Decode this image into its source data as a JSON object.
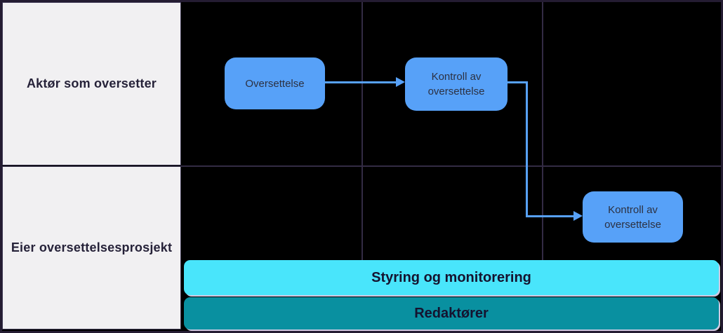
{
  "diagram_type": "swimlane-flowchart",
  "lanes": [
    {
      "label": "Aktør som oversetter"
    },
    {
      "label": "Eier oversettelsesprosjekt"
    }
  ],
  "nodes": [
    {
      "id": "oversettelse",
      "label": "Oversettelse",
      "lane": "Aktør som oversetter"
    },
    {
      "id": "kontroll-av-oversettelse-1",
      "label": "Kontroll av oversettelse",
      "lane": "Aktør som oversetter"
    },
    {
      "id": "kontroll-av-oversettelse-2",
      "label": "Kontroll av oversettelse",
      "lane": "Eier oversettelsesprosjekt"
    }
  ],
  "connectors": [
    {
      "from": "oversettelse",
      "to": "kontroll-av-oversettelse-1",
      "shape": "straight-right-arrow"
    },
    {
      "from": "kontroll-av-oversettelse-1",
      "to": "kontroll-av-oversettelse-2",
      "shape": "elbow-right-down-right-arrow"
    }
  ],
  "bands": [
    {
      "label": "Styring og monitorering",
      "color": "#49e5fb"
    },
    {
      "label": "Redaktører",
      "color": "#0990a0"
    }
  ],
  "colors": {
    "canvas_bg": "#000000",
    "canvas_border": "#241c32",
    "grid_line": "#332b44",
    "lane_header_bg": "#f1f0f2",
    "lane_header_text": "#262239",
    "node_fill": "#57a1f8",
    "node_text": "#2c3142",
    "connector": "#57a1f8",
    "band_cyan": "#49e5fb",
    "band_teal": "#0990a0",
    "band_text": "#15132f",
    "band_edge_highlight": "#cfc9e2"
  }
}
